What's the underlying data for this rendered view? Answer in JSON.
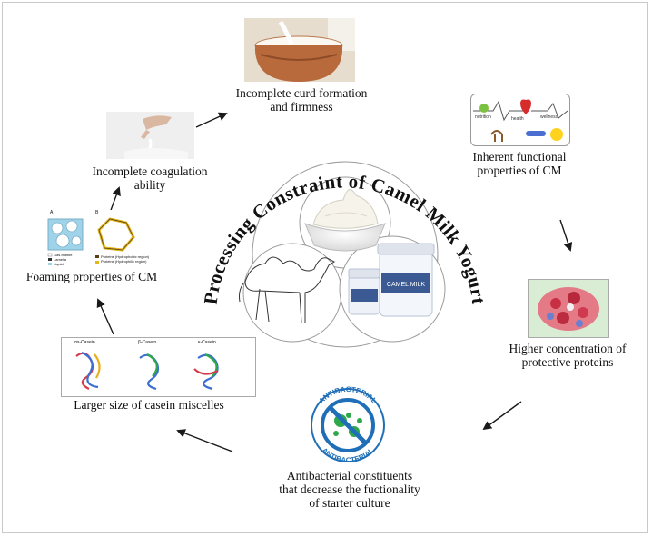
{
  "title": "Processing Constraint of Camel Milk Yogurt",
  "steps": {
    "curd": {
      "line1": "Incomplete curd formation",
      "line2": "and firmness"
    },
    "functional": {
      "line1": "Inherent functional",
      "line2": "properties of CM"
    },
    "proteins": {
      "line1": "Higher concentration of",
      "line2": "protective proteins"
    },
    "antibacterial": {
      "line1": "Antibacterial constituents",
      "line2": "that decrease the fuctionality",
      "line3": "of starter culture"
    },
    "casein": {
      "line1": "Larger size of casein miscelles"
    },
    "foaming": {
      "line1": "Foaming properties of CM"
    },
    "coagulation": {
      "line1": "Incomplete coagulation",
      "line2": "ability"
    }
  },
  "icons": {
    "antibacterial_badge_text": "ANTIBACTERIAL",
    "health_labels": [
      "nutrition",
      "health",
      "wellness"
    ],
    "casein_panels": [
      "αs-Casein",
      "β-Casein",
      "κ-Casein"
    ],
    "foam_panels": [
      "A",
      "B"
    ],
    "foam_legend": [
      "Gas bubble",
      "Lamella",
      "Liquid",
      "Proteins (Hydrophobic region)",
      "Proteins (Hydrophilic region)"
    ],
    "bottle_label": "CAMEL MILK"
  },
  "colors": {
    "arrow": "#1a1a1a",
    "circle": "#9a9a9a",
    "badge_blue": "#1f6fb8",
    "virus_green": "#2ea84a",
    "protein_red": "#d23b4b"
  }
}
